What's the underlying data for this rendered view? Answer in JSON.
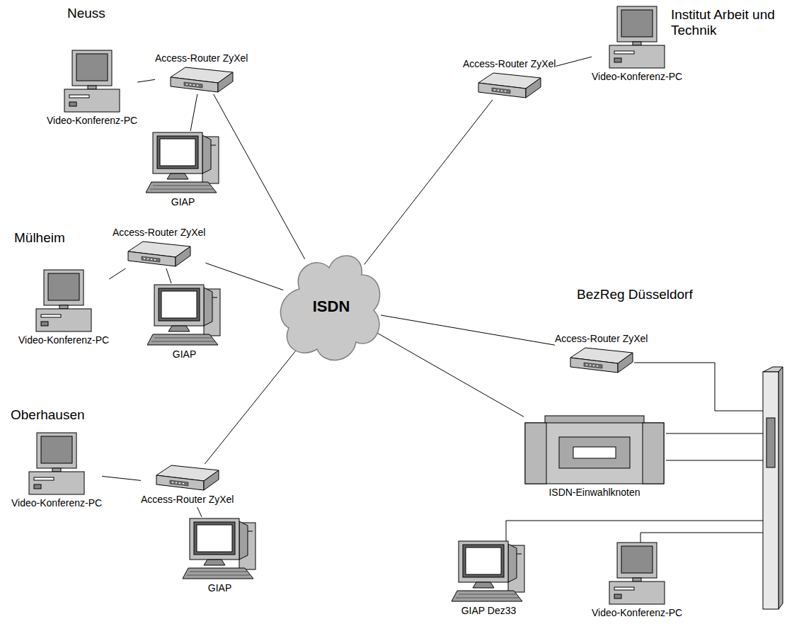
{
  "diagram": {
    "nodes": [
      {
        "text": [
          "ISDN"
        ]
      },
      {
        "text": [
          "Video-Konferenz-PC"
        ]
      },
      {
        "text": [
          "Access-Router ZyXel"
        ]
      },
      {
        "text": [
          "GIAP"
        ]
      },
      {
        "text": [
          "Access-Router ZyXel"
        ]
      },
      {
        "text": [
          "Video-Konferenz-PC"
        ]
      },
      {
        "text": [
          "Video-Konferenz-PC"
        ]
      },
      {
        "text": [
          "Access-Router ZyXel"
        ]
      },
      {
        "text": [
          "GIAP"
        ]
      },
      {
        "text": [
          "Access-Router ZyXel"
        ]
      },
      {
        "text": [
          "ISDN-Einwahlknoten"
        ]
      },
      {
        "text": [
          "Video-Konferenz-PC"
        ]
      },
      {
        "text": [
          "Access-Router ZyXel"
        ]
      },
      {
        "text": [
          "GIAP"
        ]
      },
      {
        "text": [
          "GIAP Dez33"
        ]
      },
      {
        "text": [
          "Video-Konferenz-PC"
        ]
      }
    ],
    "edges": [
      {
        "from": 2,
        "to": 0,
        "arrow": "none"
      },
      {
        "from": 4,
        "to": 0,
        "arrow": "none"
      },
      {
        "from": 7,
        "to": 0,
        "arrow": "none"
      },
      {
        "from": 12,
        "to": 0,
        "arrow": "none"
      },
      {
        "from": 9,
        "to": 0,
        "arrow": "none"
      },
      {
        "from": 10,
        "to": 0,
        "arrow": "none"
      },
      {
        "from": 1,
        "to": 2,
        "arrow": "none"
      },
      {
        "from": 3,
        "to": 2,
        "arrow": "none"
      },
      {
        "from": 5,
        "to": 4,
        "arrow": "none"
      },
      {
        "from": 6,
        "to": 7,
        "arrow": "none"
      },
      {
        "from": 8,
        "to": 7,
        "arrow": "none"
      },
      {
        "from": 11,
        "to": 12,
        "arrow": "none"
      },
      {
        "from": 13,
        "to": 12,
        "arrow": "none"
      }
    ],
    "labels": [
      "Neuss",
      "Institut Arbeit und Technik",
      "Mülheim",
      "BezReg Düsseldorf",
      "Oberhausen"
    ]
  }
}
